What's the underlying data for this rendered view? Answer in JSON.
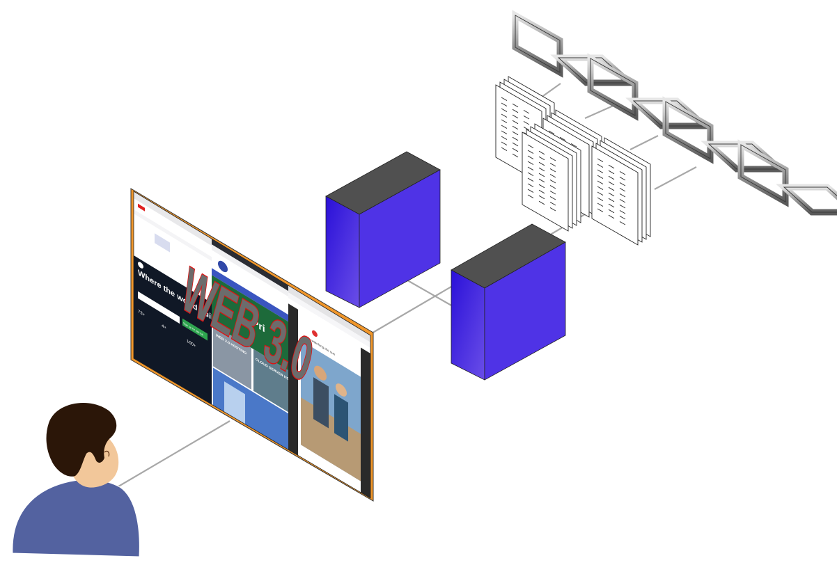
{
  "colors": {
    "server_front_top": "#2a10d8",
    "server_front_bottom": "#6a4ee8",
    "server_side": "#4f33e6",
    "server_top": "#505050",
    "chain": "#a8a8a8",
    "person_shirt": "#5362a0",
    "person_hair": "#2b1608",
    "person_skin": "#f2c79a",
    "wordmark_fill": "#6c6c6c",
    "wordmark_stroke": "#e01010",
    "monitor_frame": "#f0962a",
    "line": "#a8a8a8"
  },
  "icons": [
    "user-icon",
    "blockchain-icon",
    "documents-icon",
    "server-icon",
    "monitor-icon"
  ],
  "wordmark": "WEB 3.0",
  "screen": {
    "left": {
      "headline": "Where the world builds software",
      "button": "Sign up for GitHub",
      "stat_1": "73+",
      "stat_2": "4+",
      "stat_3": "100+"
    },
    "middle": {
      "banner": "Pri",
      "card_1": "WEB 3.0 HOSTING",
      "card_2": "CLOUD SERVER HOSTING"
    },
    "right": {
      "caption": "while watching the sun"
    }
  }
}
